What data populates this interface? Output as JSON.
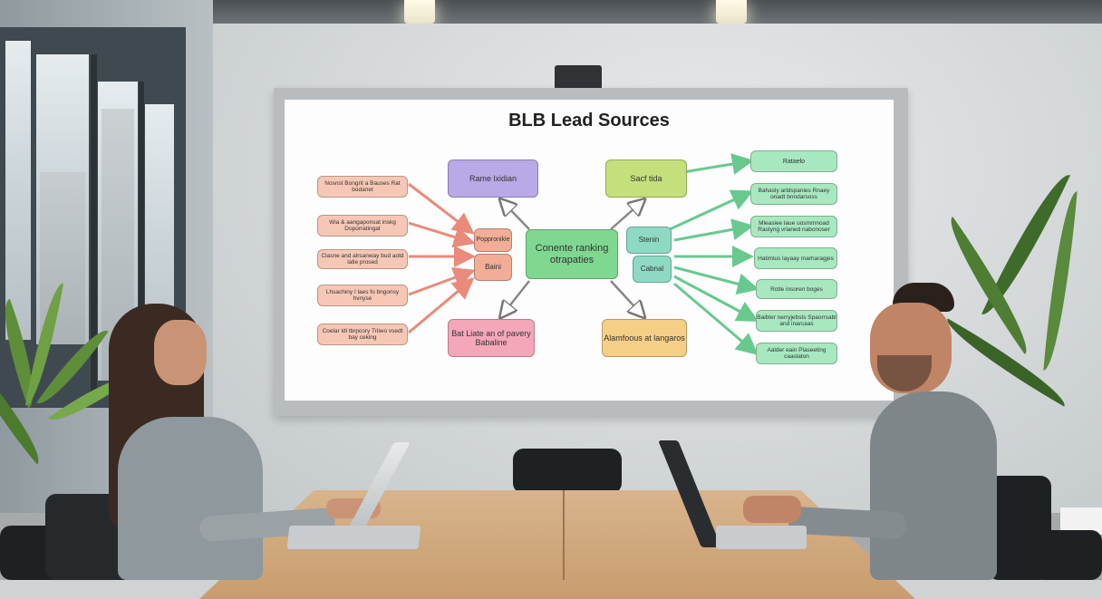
{
  "scene": {
    "description_visible_text_only": true
  },
  "screen": {
    "title": "BLB Lead Sources",
    "center_node": "Conente ranking otrapaties",
    "top_nodes": [
      "Rame lxidian",
      "Sacf tida"
    ],
    "bottom_nodes": [
      "Bat Liate an of pavery Babaline",
      "Alamfoous at langaros"
    ],
    "left_mid_nodes": [
      "Poppronikie",
      "Baini"
    ],
    "right_mid_nodes": [
      "Stenin",
      "Cabnal"
    ],
    "left_nodes": [
      "Nosnst Bongrit a Bauses Rat bodanet",
      "Wia & aangaponsat inskg Doporratingat",
      "Clasne and alrsanway bud aotd latle prosed",
      "Lhsachiny I laes fo bngonsy hvnyse",
      "Coelar ldl tbrpcory Triiwo vsedt bay ceking"
    ],
    "right_nodes": [
      "Rataelo",
      "Bahasly arldspanies Rnaey onadt bnndarsoss",
      "Mleasiee laue uosmmnoad Rastyng vrianed nabonoser",
      "Hatimlus layaay marharagjes",
      "Rotle insoren boges",
      "Baibter nerryjebsts Spaorrsabl and inarcaas",
      "Aalder eain Plaseeting caaslaton"
    ]
  },
  "colors": {
    "purple": "#b9a9e6",
    "lime": "#c4e07a",
    "pink": "#f4a7b9",
    "orange": "#f6cf86",
    "salmon": "#f2ad96",
    "green": "#7fd890",
    "teal": "#8ed9c4",
    "mint": "#a8e8c0",
    "arrow_left": "#e98a7a",
    "arrow_right": "#67c98e"
  }
}
